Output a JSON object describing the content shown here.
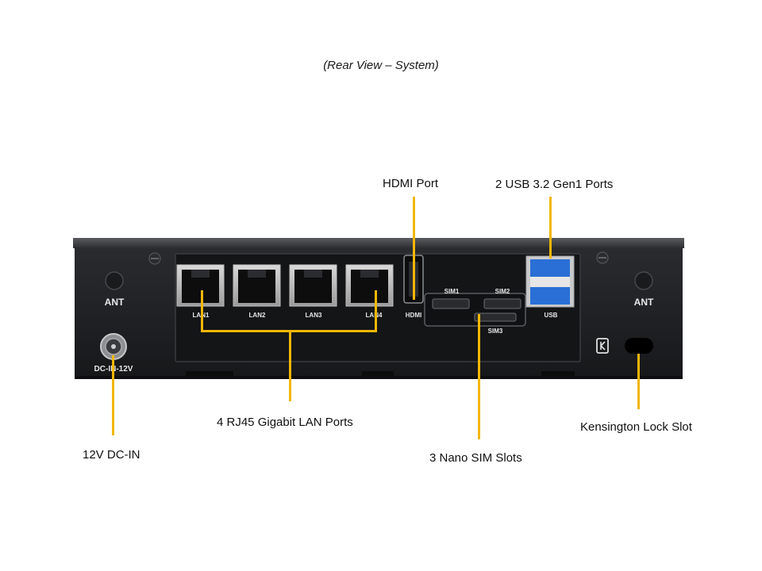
{
  "caption": "(Rear View – System)",
  "callouts": {
    "hdmi": "HDMI Port",
    "usb": "2 USB 3.2 Gen1 Ports",
    "lan": "4 RJ45 Gigabit LAN Ports",
    "dcin": "12V DC-IN",
    "sim": "3 Nano SIM Slots",
    "kensington": "Kensington Lock Slot"
  },
  "panel_labels": {
    "ant_left": "ANT",
    "ant_right": "ANT",
    "dc_in": "DC-IN-12V",
    "lan1": "LAN1",
    "lan2": "LAN2",
    "lan3": "LAN3",
    "lan4": "LAN4",
    "hdmi": "HDMI",
    "sim1": "SIM1",
    "sim2": "SIM2",
    "sim3": "SIM3",
    "usb": "USB"
  },
  "colors": {
    "leader": "#f2b705",
    "chassis": "#1e1f22",
    "usb_blue": "#2a6fd6"
  }
}
